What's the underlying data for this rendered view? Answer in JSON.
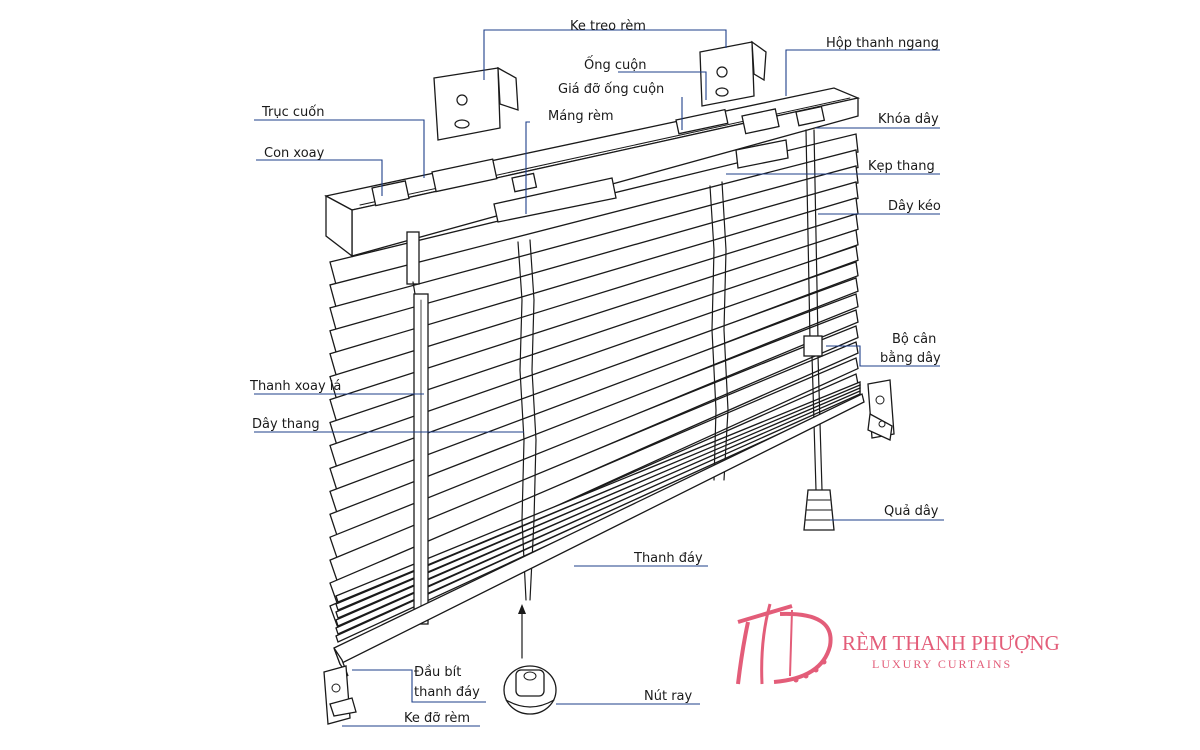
{
  "labels": {
    "ke_treo_rem": "Ke treo rèm",
    "ong_cuon": "Ống cuộn",
    "hop_thanh_ngang": "Hộp thanh ngang",
    "gia_do_ong_cuon": "Giá đỡ ống cuộn",
    "truc_cuon": "Trục cuốn",
    "mang_rem": "Máng rèm",
    "khoa_day": "Khóa dây",
    "con_xoay": "Con xoay",
    "kep_thang": "Kẹp thang",
    "day_keo": "Dây kéo",
    "bo_can_bang_day_1": "Bộ cân",
    "bo_can_bang_day_2": "bằng dây",
    "thanh_xoay_la": "Thanh xoay lá",
    "day_thang": "Dây thang",
    "qua_day": "Quả dây",
    "thanh_day": "Thanh đáy",
    "dau_bit_thanh_day_1": "Đầu bít",
    "dau_bit_thanh_day_2": "thanh đáy",
    "nut_ray": "Nút ray",
    "ke_do_rem": "Ke đỡ rèm"
  },
  "brand": {
    "name": "RÈM THANH PHƯỢNG",
    "tagline": "LUXURY CURTAINS",
    "color": "#e35d79"
  },
  "colors": {
    "leader": "#1e3f8a",
    "ink": "#1a1a1a"
  }
}
